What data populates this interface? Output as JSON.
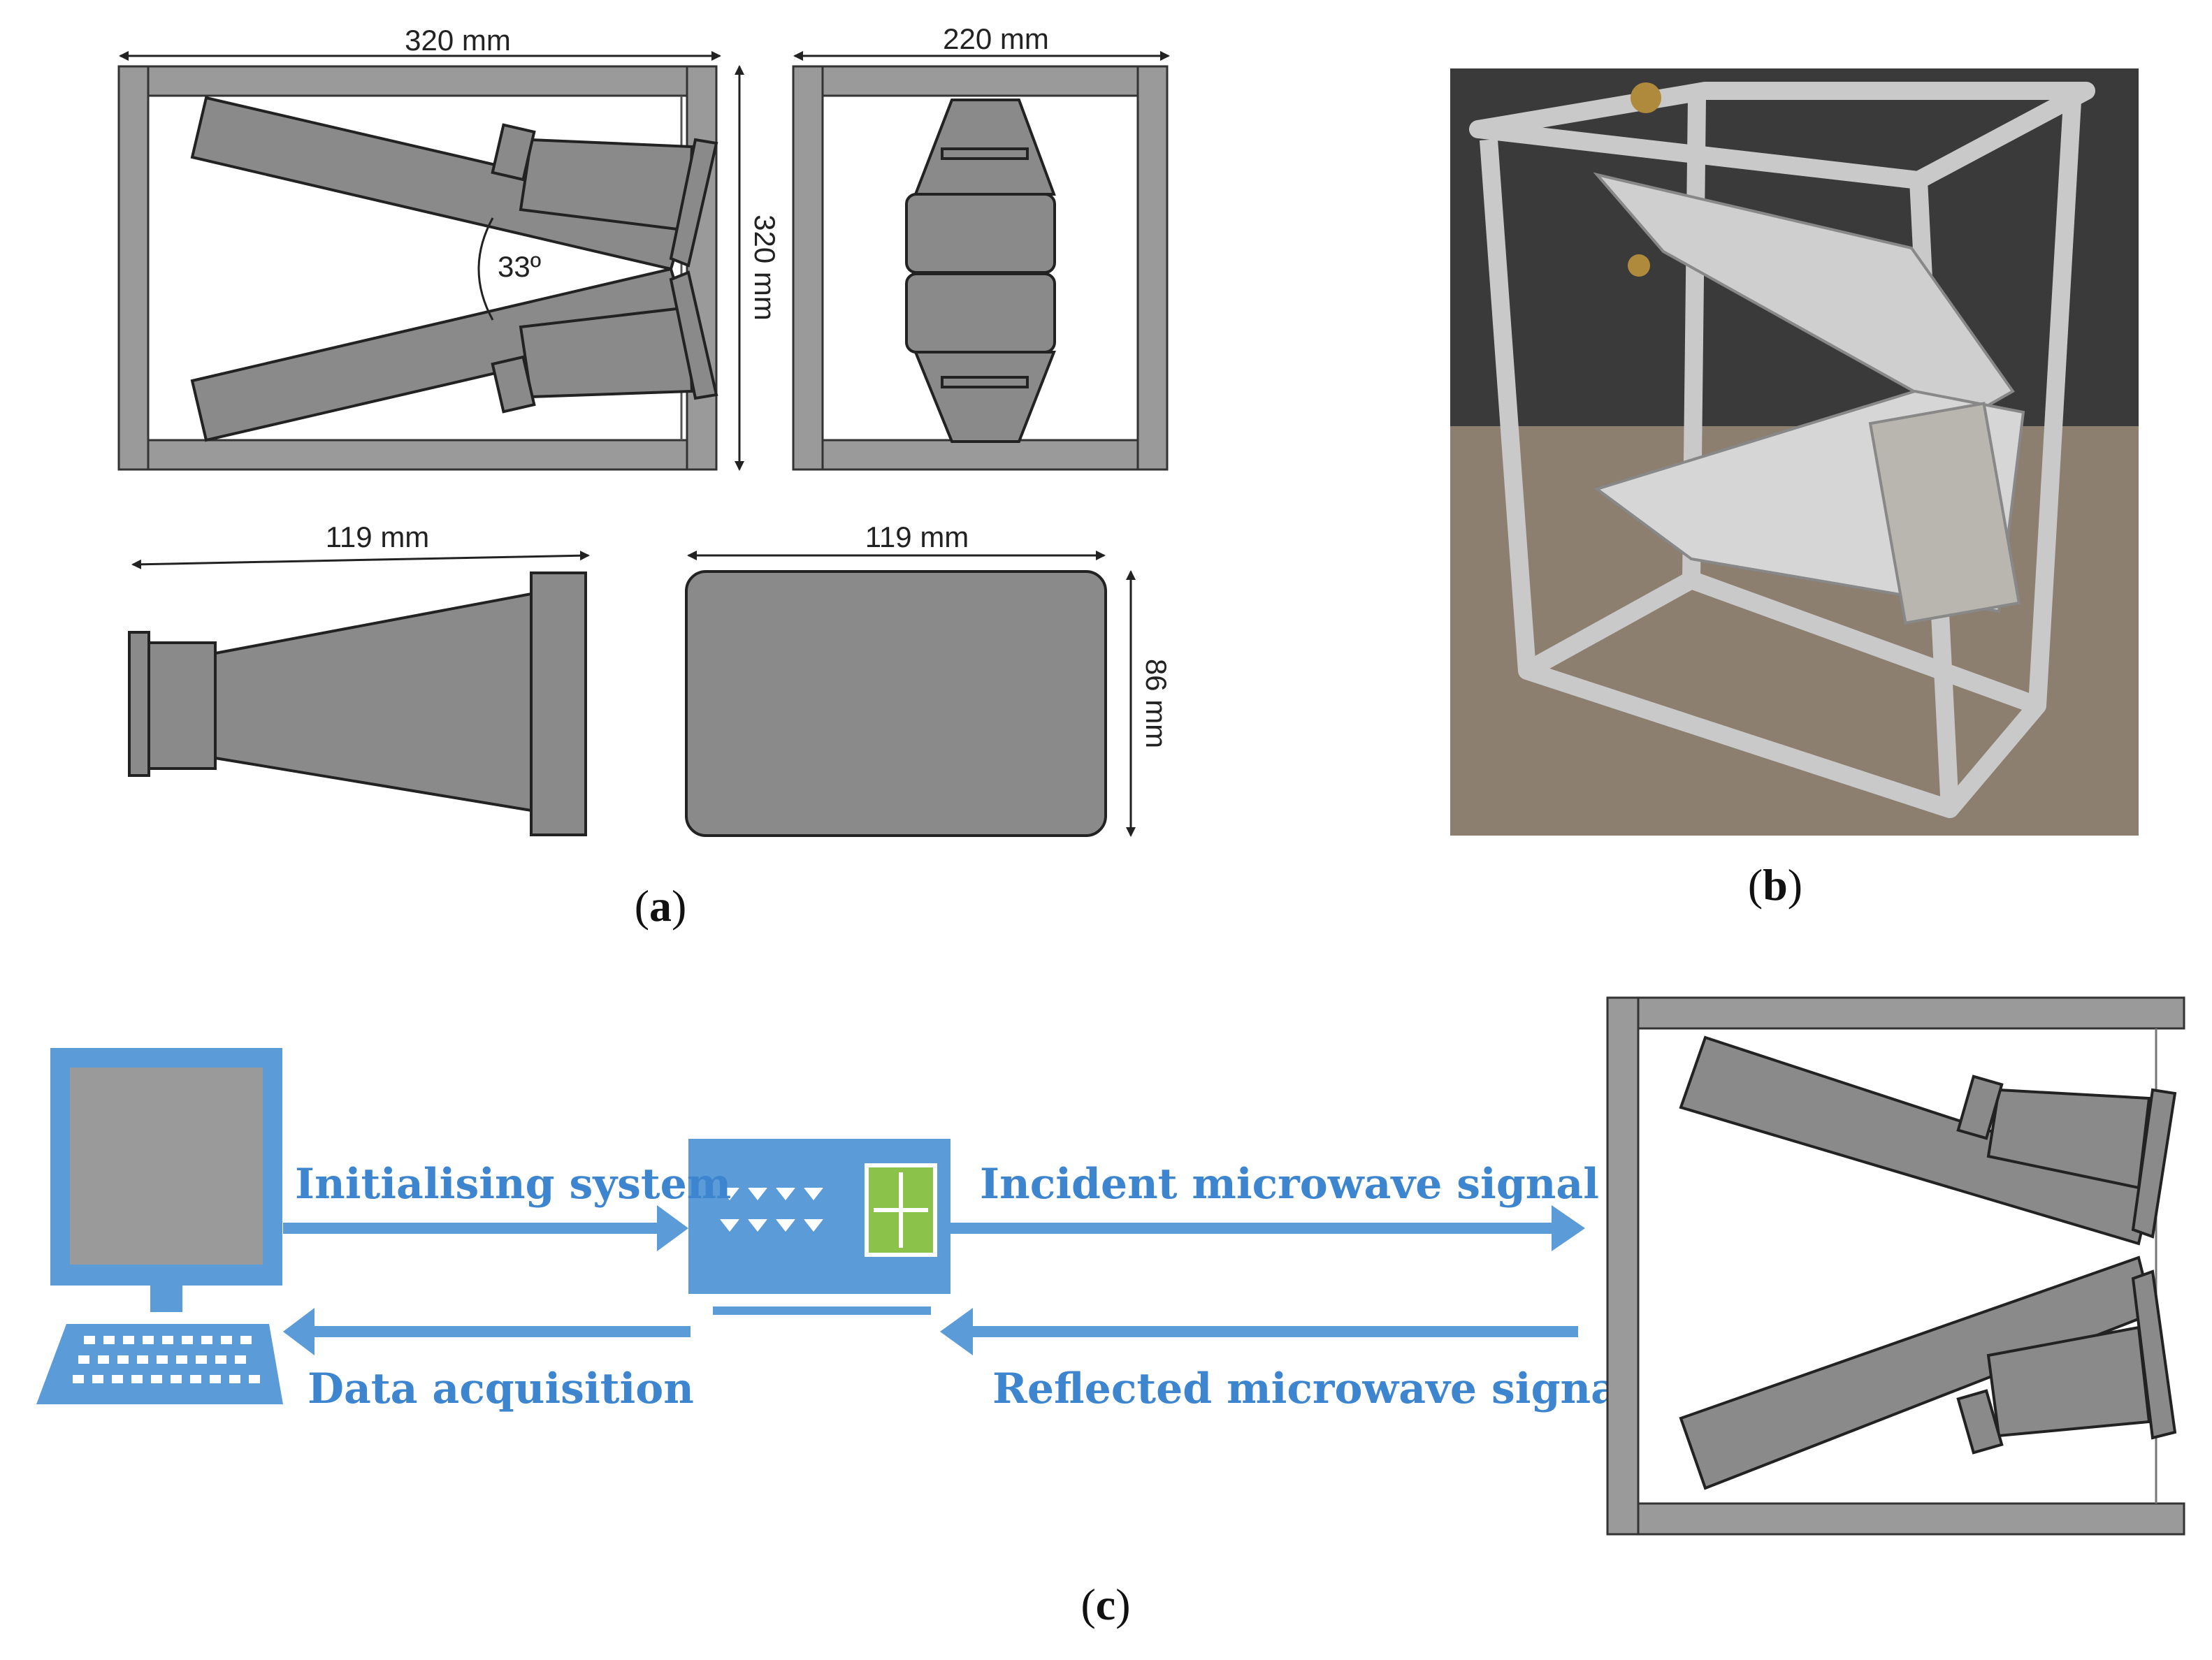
{
  "panel_a": {
    "label": "a",
    "dims": {
      "front_width": "320 mm",
      "front_height": "320 mm",
      "side_width": "220 mm",
      "horn_length": "119 mm",
      "aperture_width": "119 mm",
      "aperture_height": "86 mm",
      "angle": "33º"
    }
  },
  "panel_b": {
    "label": "b"
  },
  "panel_c": {
    "label": "c",
    "flows": {
      "initialising": "Initialising system",
      "acquisition": "Data acquisition",
      "incident": "Incident microwave signal",
      "reflected": "Reflected microwave signal"
    }
  },
  "colors": {
    "accent_blue": "#5a9bd8",
    "horn_gray": "#8a8a8a",
    "analyzer_green": "#8bc34a"
  }
}
